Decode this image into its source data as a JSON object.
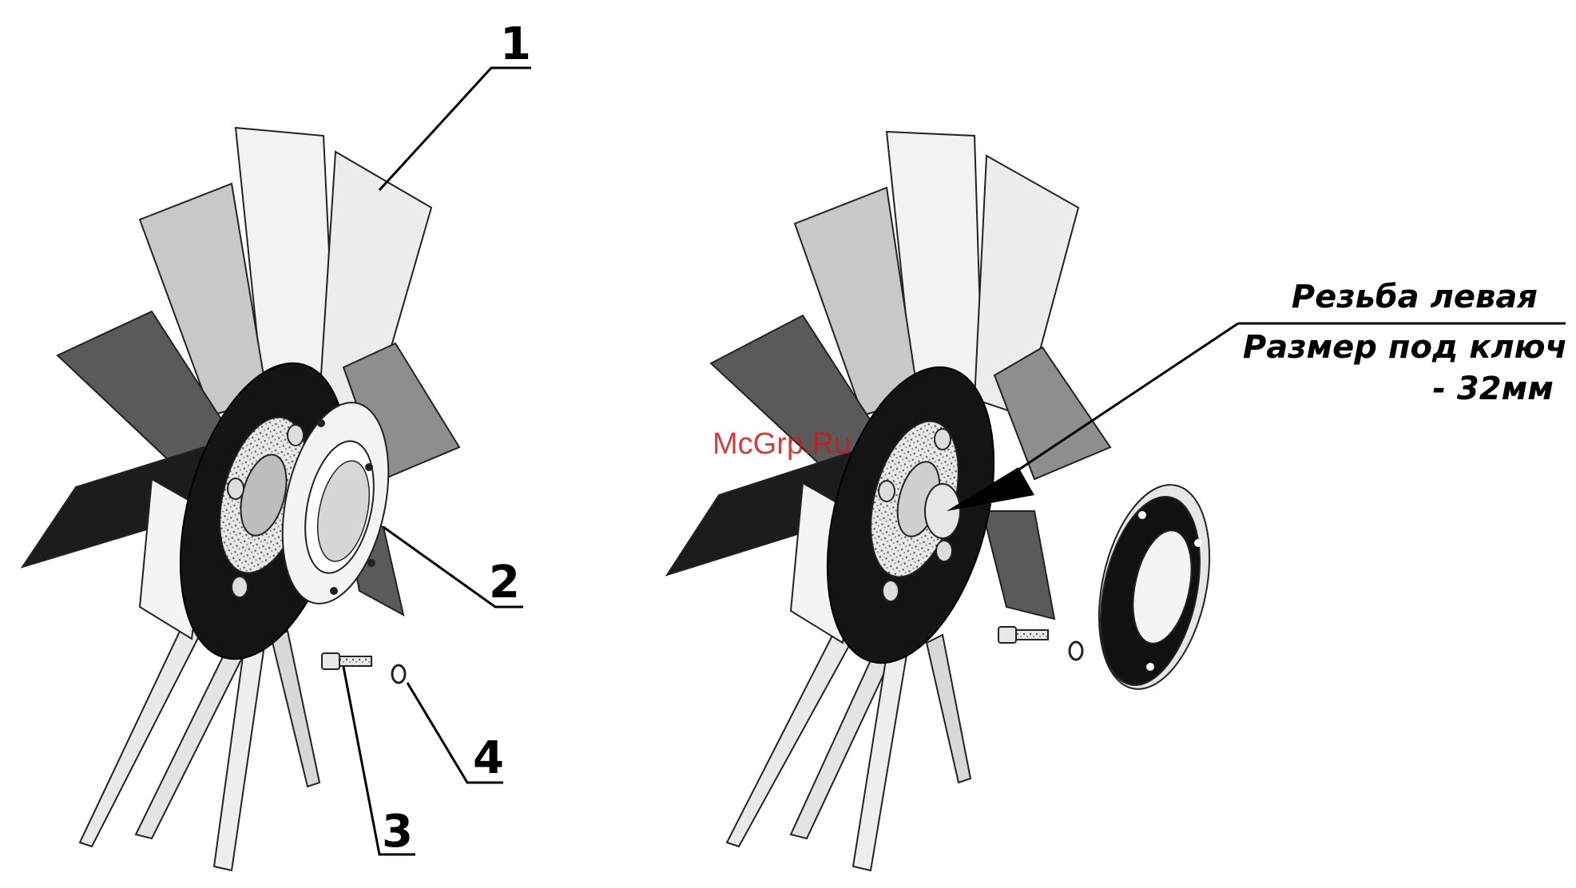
{
  "diagram": {
    "labels": {
      "part_1": "1",
      "part_2": "2",
      "part_3": "3",
      "part_4": "4"
    },
    "callout": {
      "line1": "Резьба левая",
      "line2": "Размер под ключ",
      "line3": "- 32мм"
    },
    "watermark": "McGrp.Ru"
  }
}
